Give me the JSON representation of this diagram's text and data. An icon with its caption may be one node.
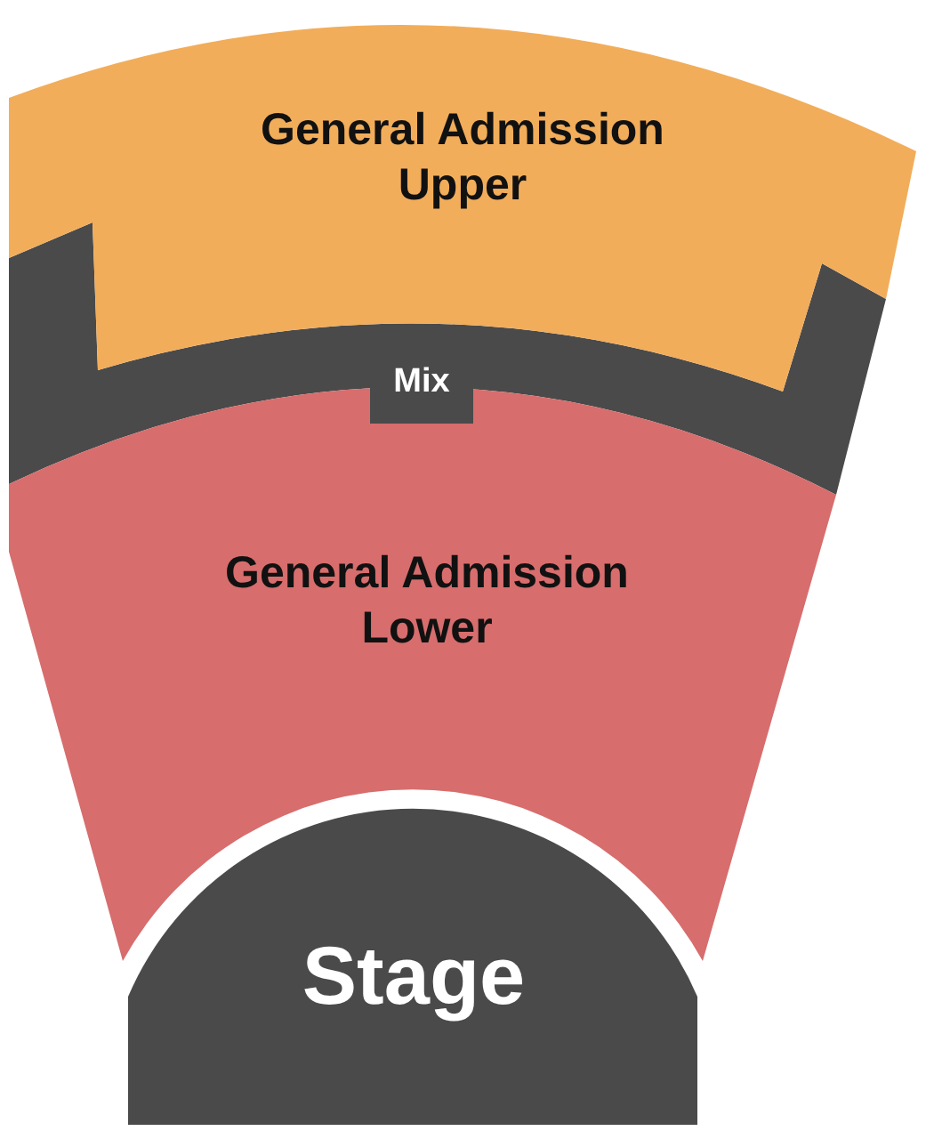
{
  "diagram": {
    "nodes": [
      {
        "text": [
          "General Admission Upper"
        ]
      },
      {
        "text": [
          "Mix"
        ]
      },
      {
        "text": [
          "General Admission Lower"
        ]
      },
      {
        "text": [
          "Stage"
        ]
      }
    ]
  }
}
